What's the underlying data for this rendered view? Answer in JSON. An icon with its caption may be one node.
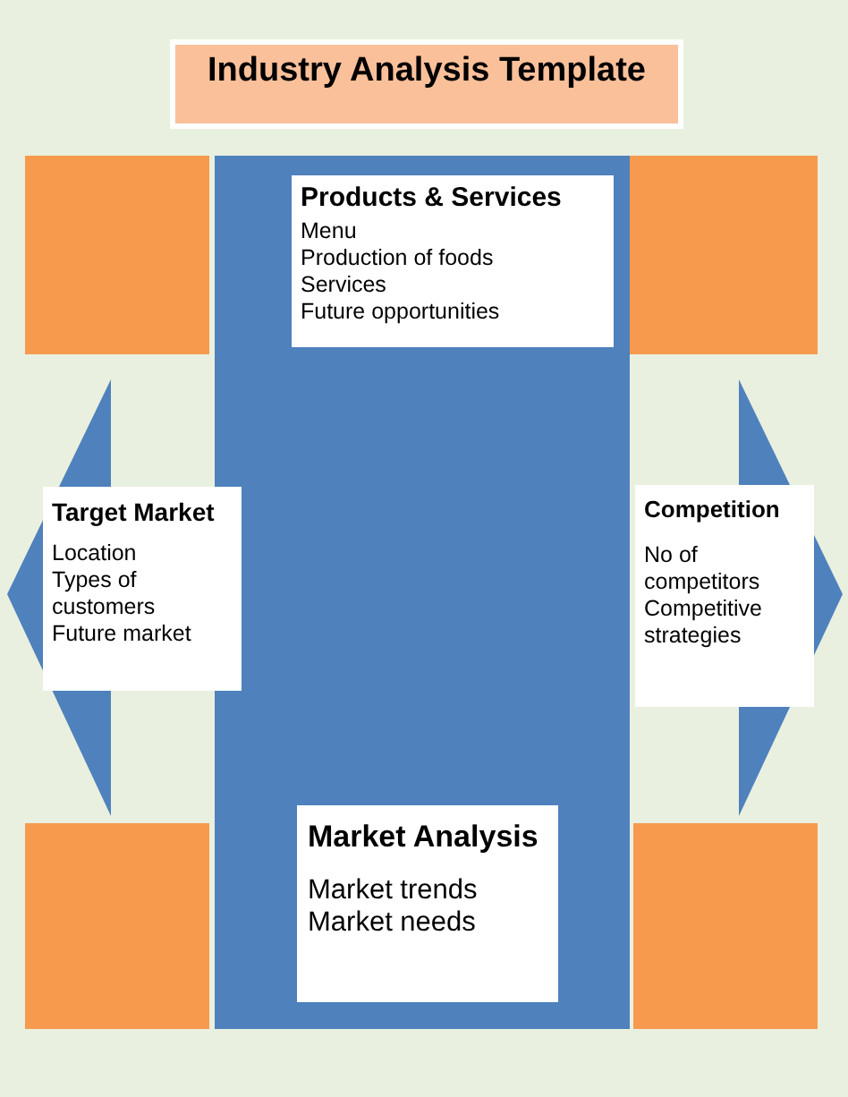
{
  "diagram": {
    "title": "Industry Analysis Template",
    "nodes": [
      {
        "text": [],
        "shape": "bar"
      },
      {
        "text": [
          "Products & Services",
          "Menu",
          "Production of foods",
          "Services",
          "Future opportunities"
        ],
        "in": 0
      },
      {
        "text": [
          "Market Analysis",
          "Market trends",
          "Market needs"
        ],
        "in": 0
      },
      {
        "text": [
          "Target Market",
          "Location",
          "Types of customers",
          "Future market"
        ]
      },
      {
        "text": [
          "Competition",
          "No of competitors",
          "Competitive strategies"
        ]
      },
      {
        "text": [],
        "shape": "box"
      },
      {
        "text": [],
        "shape": "box"
      },
      {
        "text": [],
        "shape": "box"
      },
      {
        "text": [],
        "shape": "box"
      }
    ]
  }
}
